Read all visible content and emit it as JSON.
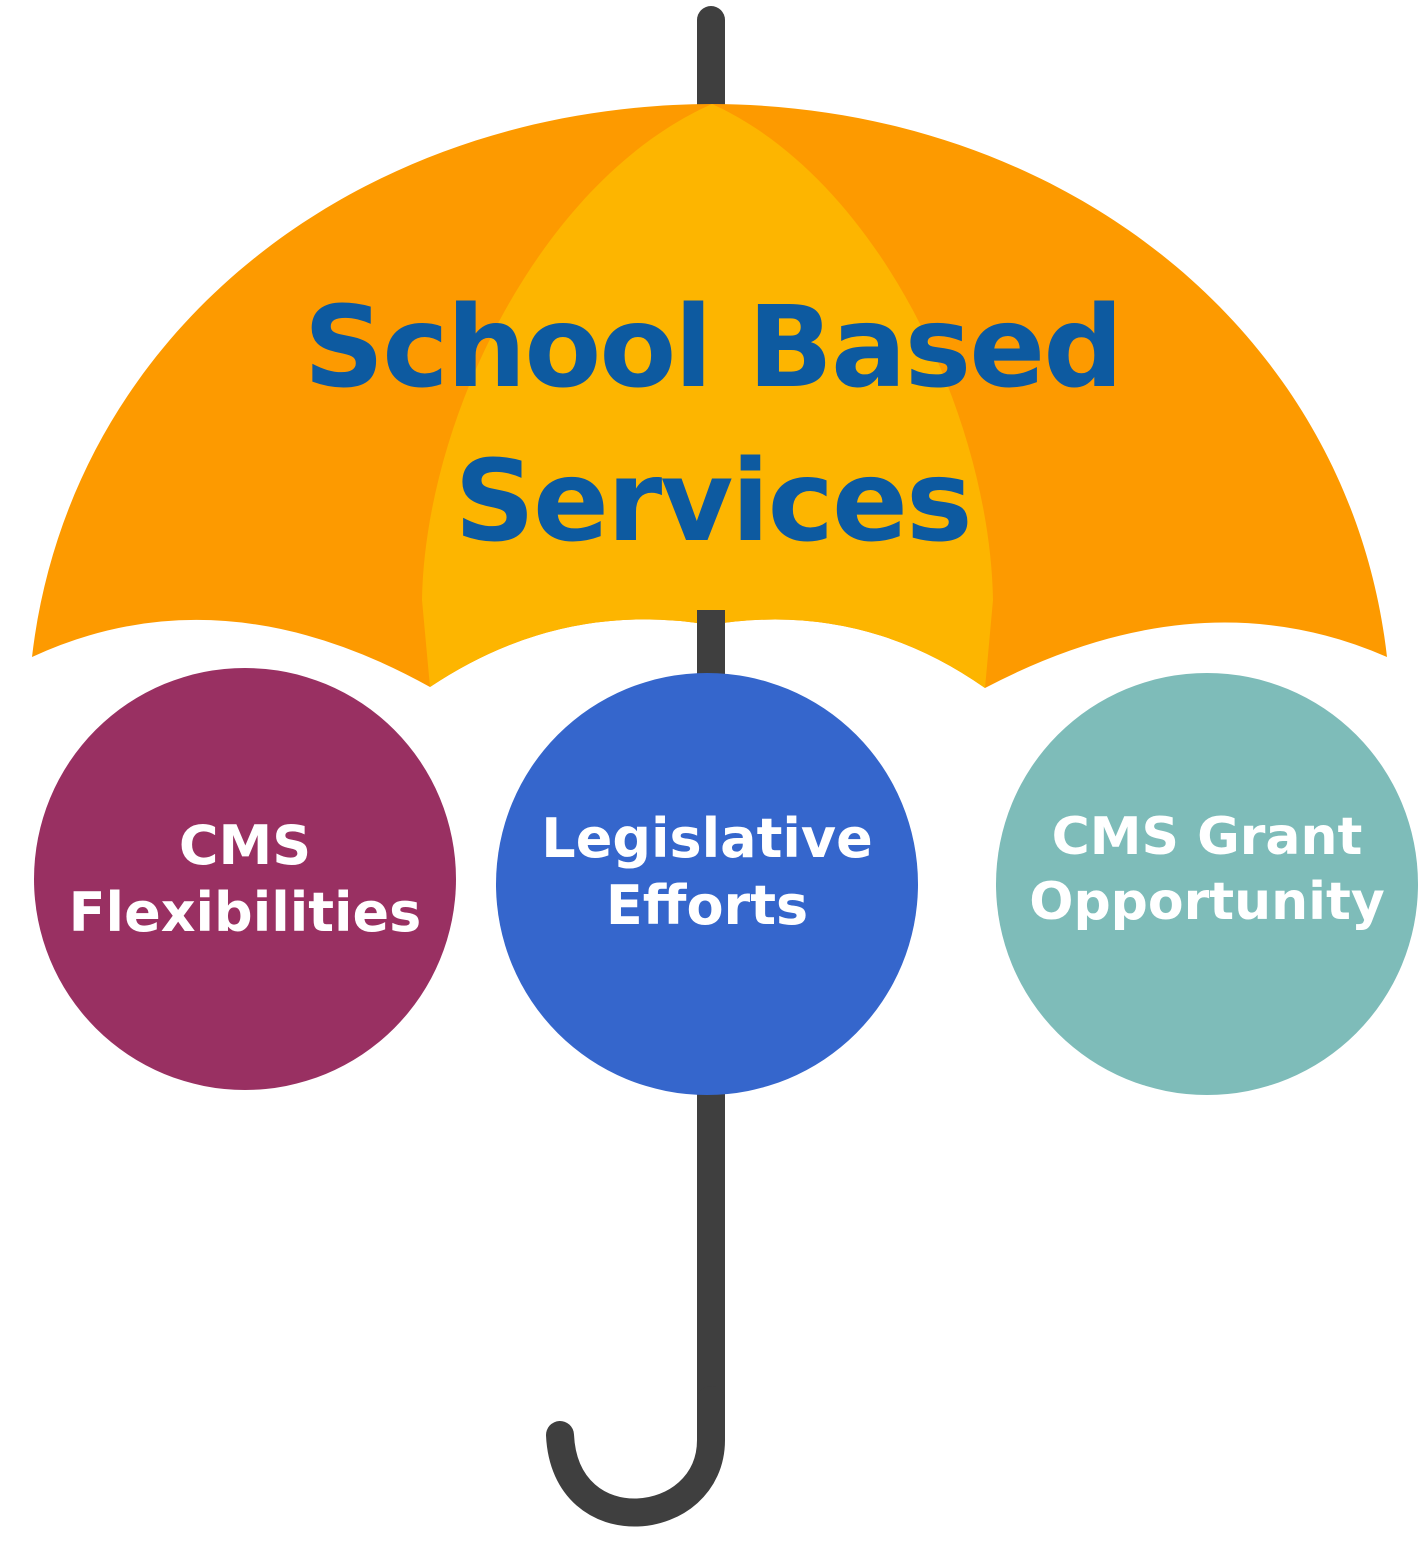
{
  "title": {
    "line1": "School Based",
    "line2": "Services",
    "color": "#0d5aa0"
  },
  "umbrella": {
    "canopy_outer_color": "#fd9a00",
    "canopy_center_color": "#fdb500",
    "handle_color": "#3f3f3f"
  },
  "circles": [
    {
      "line1": "CMS",
      "line2": "Flexibilities",
      "color": "#993062"
    },
    {
      "line1": "Legislative",
      "line2": "Efforts",
      "color": "#3566cc"
    },
    {
      "line1": "CMS Grant",
      "line2": "Opportunity",
      "color": "#7ebcb9"
    }
  ]
}
